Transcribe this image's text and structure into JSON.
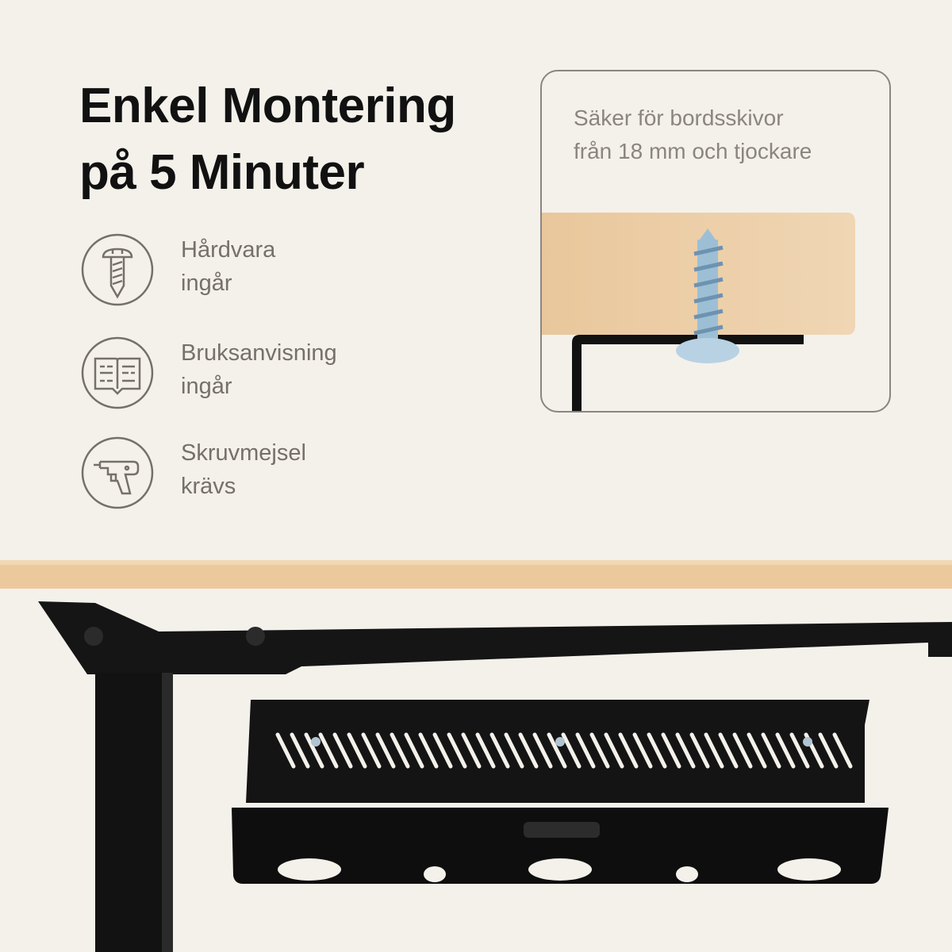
{
  "headline": {
    "line1": "Enkel Montering",
    "line2": "på 5 Minuter"
  },
  "features": [
    {
      "icon": "screw-icon",
      "line1": "Hårdvara",
      "line2": "ingår"
    },
    {
      "icon": "book-icon",
      "line1": "Bruksanvisning",
      "line2": "ingår"
    },
    {
      "icon": "drill-icon",
      "line1": "Skruvmejsel",
      "line2": "krävs"
    }
  ],
  "callout": {
    "line1": "Säker för bordsskivor",
    "line2": "från 18 mm och tjockare"
  },
  "colors": {
    "background": "#f4f1eb",
    "wood": "#e8c9a0",
    "steel": "#111111",
    "text": "#757069"
  }
}
